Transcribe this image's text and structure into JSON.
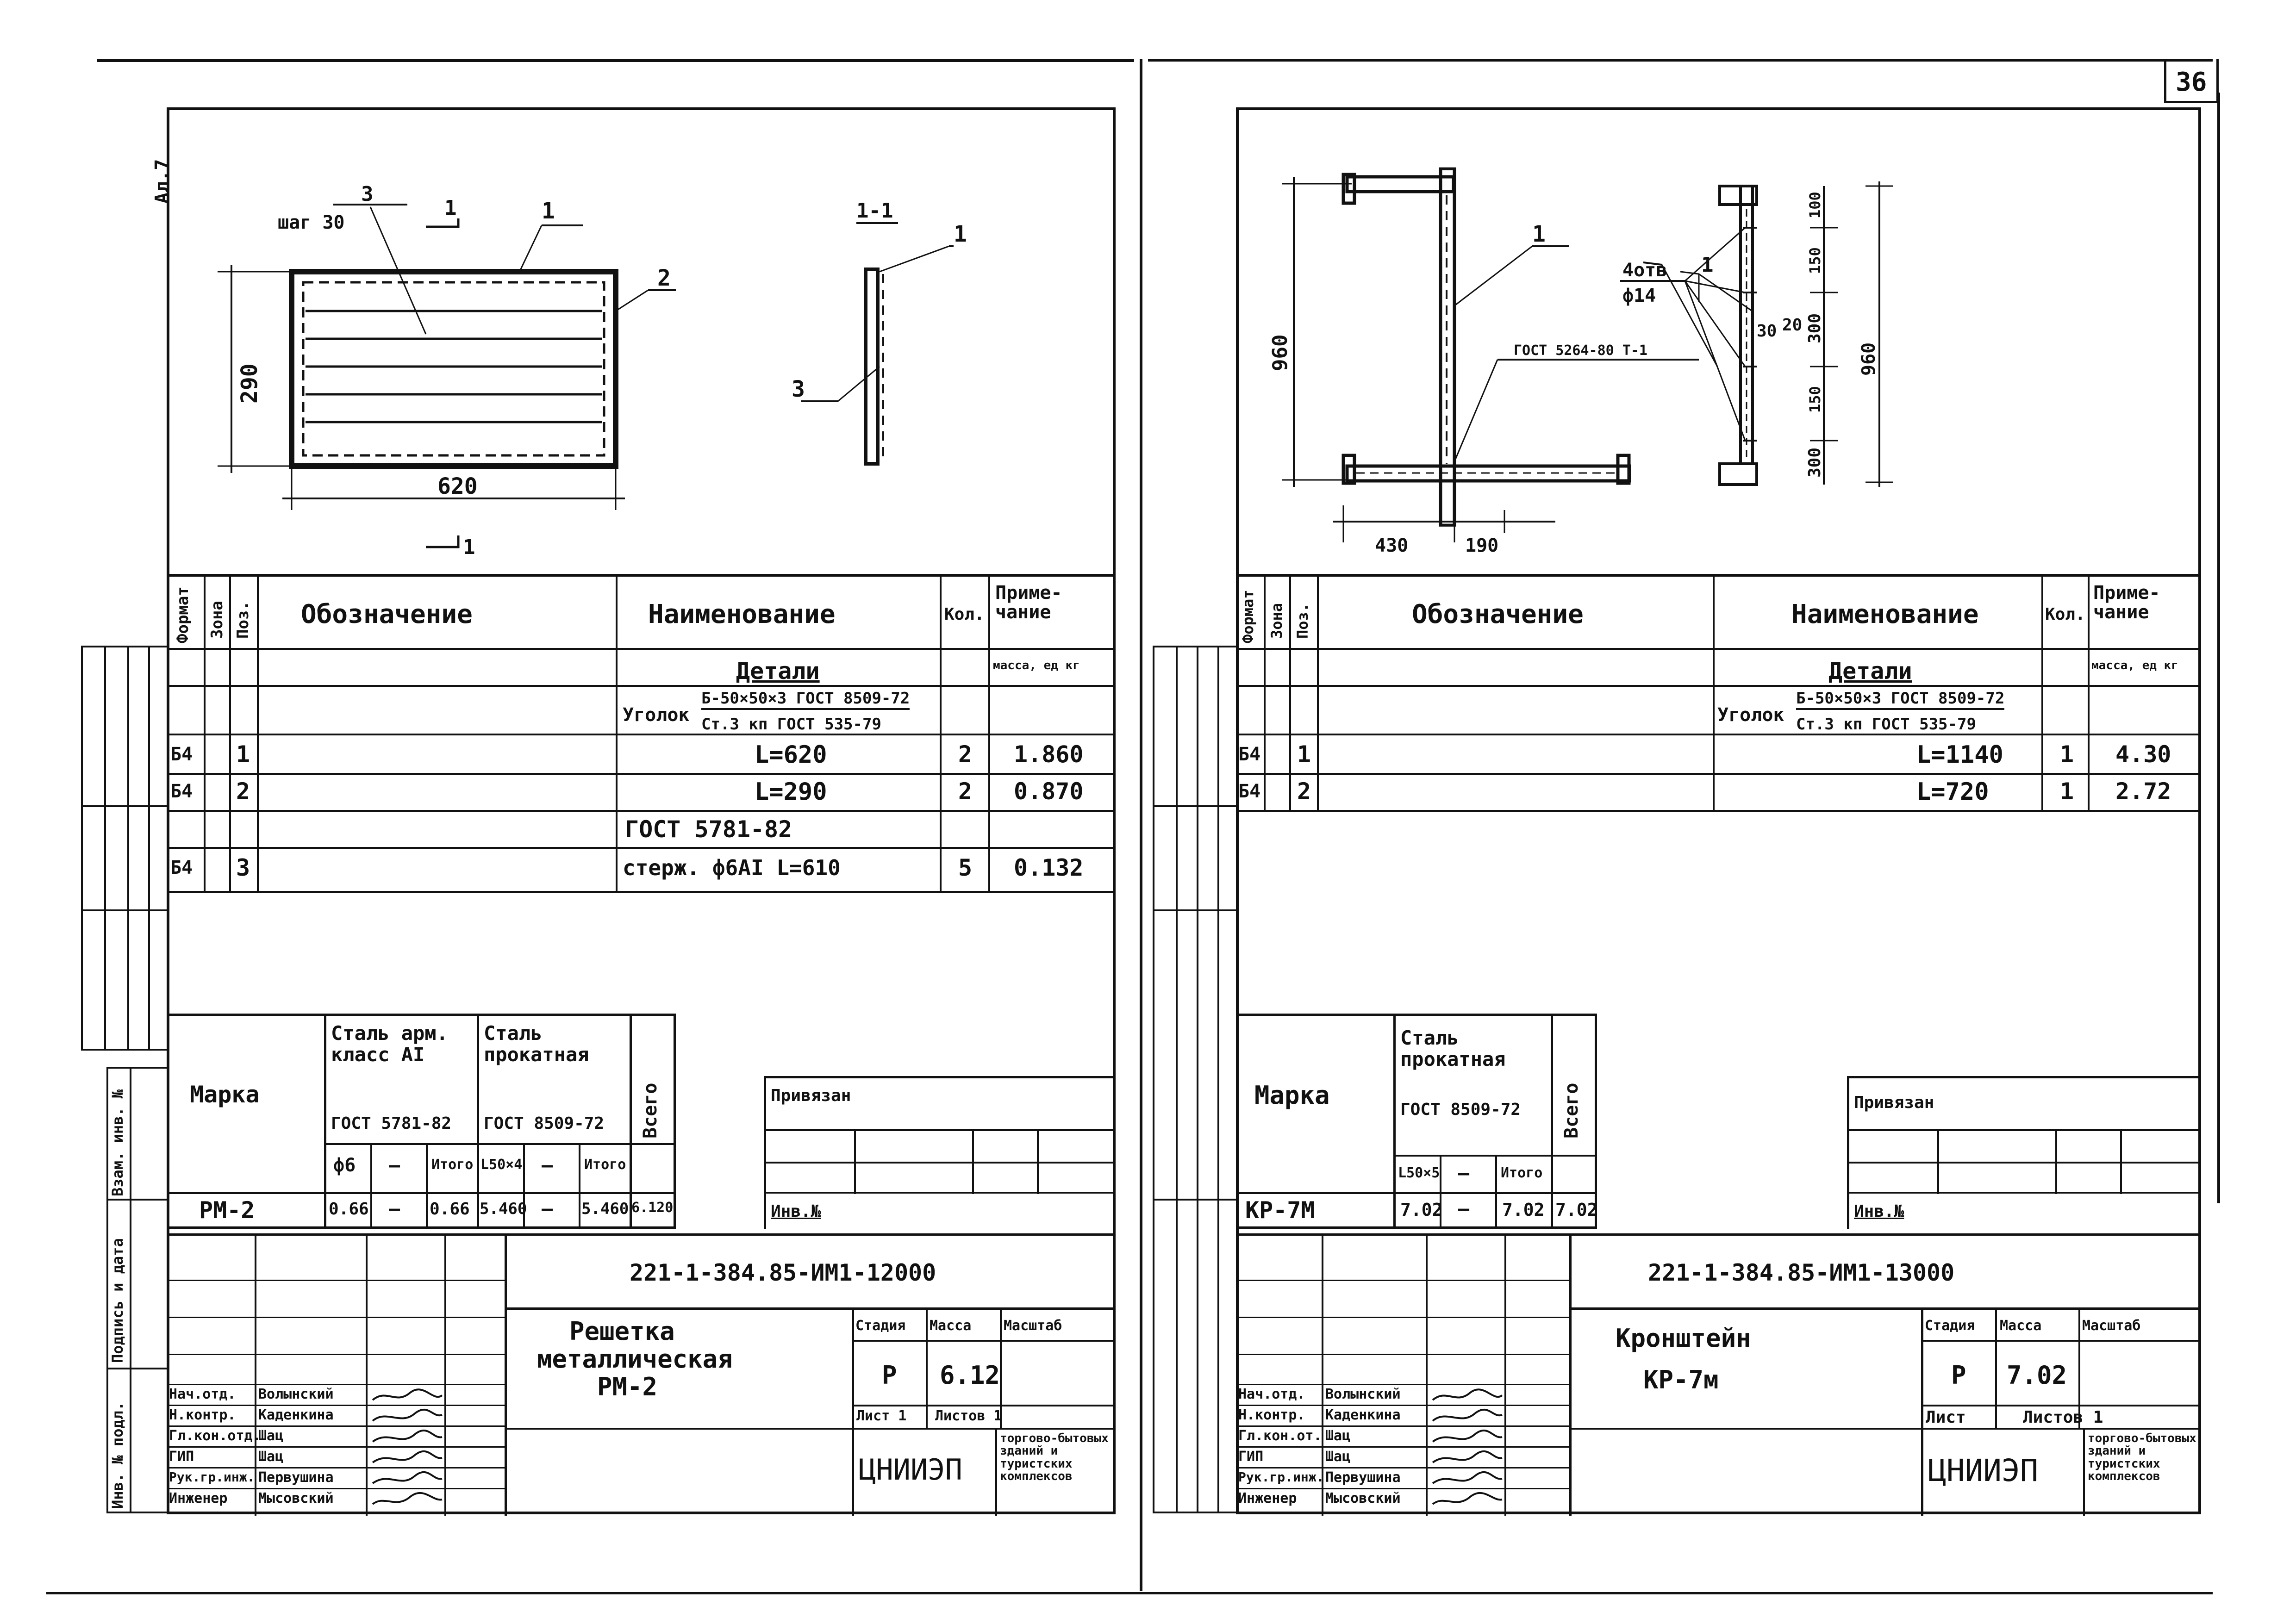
{
  "page_number": "36",
  "corner_label": "Ал.7",
  "left_sheet": {
    "drawing": {
      "pos3_label": "3",
      "spacing_label": "шаг 30",
      "pos1_label": "1",
      "pos2_label": "2",
      "section_marker": "1",
      "section_title": "1-1",
      "section_pos1": "1",
      "section_pos3": "3",
      "dim_height": "290",
      "dim_width": "620"
    },
    "spec_headers": {
      "format": "Формат",
      "zone": "Зона",
      "pos": "Поз.",
      "designation": "Обозначение",
      "name": "Наименование",
      "qty": "Кол.",
      "note": "Приме-чание"
    },
    "mass_unit": "масса, ед кг",
    "section_title": "Детали",
    "angle_word": "Уголок",
    "angle_spec_top": "Б-50×50×3 ГОСТ 8509-72",
    "angle_spec_bottom": "Ст.3 кп ГОСТ 535-79",
    "rows": [
      {
        "format": "Б4",
        "pos": "1",
        "name": "L=620",
        "qty": "2",
        "note": "1.860"
      },
      {
        "format": "Б4",
        "pos": "2",
        "name": "L=290",
        "qty": "2",
        "note": "0.870"
      },
      {
        "format": "",
        "pos": "",
        "name": "ГОСТ 5781-82",
        "qty": "",
        "note": ""
      },
      {
        "format": "Б4",
        "pos": "3",
        "name": "стерж. ф6AI L=610",
        "qty": "5",
        "note": "0.132"
      }
    ],
    "steel_table": {
      "mark_header": "Марка",
      "rebar_header": "Сталь арм. класс AI",
      "rebar_gost": "ГОСТ 5781-82",
      "rolled_header": "Сталь прокатная",
      "rolled_gost": "ГОСТ 8509-72",
      "total_header": "Всего",
      "sub": [
        "ф6",
        "—",
        "Итого",
        "L50×4",
        "—",
        "Итого"
      ],
      "mark": "РМ-2",
      "values": [
        "0.66",
        "—",
        "0.66",
        "5.460",
        "—",
        "5.460",
        "6.120"
      ]
    },
    "bound_label": "Привязан",
    "inv_label": "Инв.№",
    "side_stamps": [
      "Взам. инв. №",
      "Подпись и дата",
      "Инв. № подл."
    ],
    "doc_code": "221-1-384.85-ИМ1-12000",
    "title_line1": "Решетка",
    "title_line2": "металлическая",
    "title_line3": "РМ-2",
    "stage_header": "Стадия",
    "mass_header": "Масса",
    "scale_header": "Масштаб",
    "stage": "Р",
    "mass": "6.12",
    "sheet_label": "Лист 1",
    "sheets_label": "Листов 1",
    "org": "ЦНИИЭП",
    "org_sub": "торгово-бытовых зданий и туристских комплексов",
    "signatures": [
      {
        "role": "Нач.отд.",
        "name": "Волынский"
      },
      {
        "role": "Н.контр.",
        "name": "Каденкина"
      },
      {
        "role": "Гл.кон.отд.",
        "name": "Шац"
      },
      {
        "role": "ГИП",
        "name": "Шац"
      },
      {
        "role": "Рук.гр.инж.",
        "name": "Первушина"
      },
      {
        "role": "Инженер",
        "name": "Мысовский"
      }
    ]
  },
  "right_sheet": {
    "drawing": {
      "pos1_label": "1",
      "dim_960_left": "960",
      "dim_430": "430",
      "dim_190": "190",
      "gost_label": "ГОСТ 5264-80 Т-1",
      "hole_count": "4отв",
      "hole_dia": "ф14",
      "pos1_side": "1",
      "angle30": "30",
      "dim_20": "20",
      "dim_100": "100",
      "dim_150a": "150",
      "dim_300a": "300",
      "dim_150b": "150",
      "dim_300b": "300",
      "dim_960_right": "960"
    },
    "spec_headers": {
      "format": "Формат",
      "zone": "Зона",
      "pos": "Поз.",
      "designation": "Обозначение",
      "name": "Наименование",
      "qty": "Кол.",
      "note": "Приме-чание"
    },
    "mass_unit": "масса, ед кг",
    "section_title": "Детали",
    "angle_word": "Уголок",
    "angle_spec_top": "Б-50×50×3 ГОСТ 8509-72",
    "angle_spec_bottom": "Ст.3 кп ГОСТ 535-79",
    "rows": [
      {
        "format": "Б4",
        "pos": "1",
        "name": "L=1140",
        "qty": "1",
        "note": "4.30"
      },
      {
        "format": "Б4",
        "pos": "2",
        "name": "L=720",
        "qty": "1",
        "note": "2.72"
      }
    ],
    "steel_table": {
      "mark_header": "Марка",
      "rolled_header": "Сталь прокатная",
      "rolled_gost": "ГОСТ 8509-72",
      "total_header": "Всего",
      "sub": [
        "L50×5",
        "—",
        "Итого"
      ],
      "mark": "КР-7М",
      "values": [
        "7.02",
        "—",
        "7.02",
        "7.02"
      ]
    },
    "bound_label": "Привязан",
    "inv_label": "Инв.№",
    "doc_code": "221-1-384.85-ИМ1-13000",
    "title_line1": "Кронштейн",
    "title_line2": "КР-7м",
    "stage_header": "Стадия",
    "mass_header": "Масса",
    "scale_header": "Масштаб",
    "stage": "Р",
    "mass": "7.02",
    "sheet_label": "Лист",
    "sheets_label": "Листов 1",
    "org": "ЦНИИЭП",
    "org_sub": "торгово-бытовых зданий и туристских комплексов",
    "signatures": [
      {
        "role": "Нач.отд.",
        "name": "Волынский"
      },
      {
        "role": "Н.контр.",
        "name": "Каденкина"
      },
      {
        "role": "Гл.кон.от.",
        "name": "Шац"
      },
      {
        "role": "ГИП",
        "name": "Шац"
      },
      {
        "role": "Рук.гр.инж.",
        "name": "Первушина"
      },
      {
        "role": "Инженер",
        "name": "Мысовский"
      }
    ]
  }
}
